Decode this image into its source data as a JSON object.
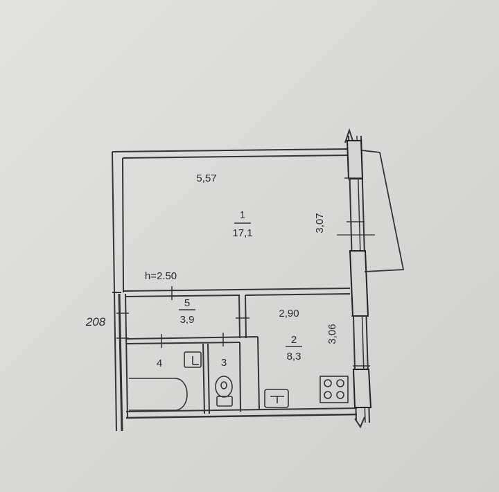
{
  "plan": {
    "building_number": "208",
    "ceiling_height": "h=2.50",
    "rooms": [
      {
        "number": "1",
        "area": "17,1"
      },
      {
        "number": "2",
        "area": "8,3"
      },
      {
        "number": "3",
        "area": ""
      },
      {
        "number": "4",
        "area": ""
      },
      {
        "number": "5",
        "area": "3,9"
      }
    ],
    "dimensions": {
      "room1_width": "5,57",
      "room1_depth": "3,07",
      "kitchen_width": "2,90",
      "kitchen_depth": "3,06"
    }
  },
  "colors": {
    "paper": "#d9d9d7",
    "wall": "#333333",
    "ink": "#2a2a2a"
  }
}
